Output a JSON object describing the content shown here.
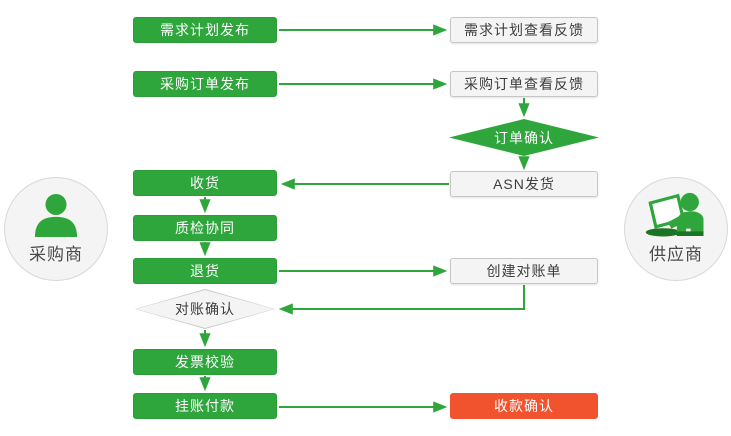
{
  "palette": {
    "green": "#2EA63C",
    "green_dark": "#1B7423",
    "green_dark_border": "#2A9C38",
    "red": "#F2532F",
    "gray_fill": "#f4f4f4",
    "gray_border": "#c6c6c6",
    "circle_border": "#d8d8d8",
    "text_dark": "#3d3d3d"
  },
  "actors": {
    "buyer": {
      "label": "采购商"
    },
    "supplier": {
      "label": "供应商"
    }
  },
  "nodes": {
    "demand_plan_publish": {
      "label": "需求计划发布",
      "style": "green-process"
    },
    "demand_plan_feedback": {
      "label": "需求计划查看反馈",
      "style": "gray-process"
    },
    "po_publish": {
      "label": "采购订单发布",
      "style": "green-process"
    },
    "po_feedback": {
      "label": "采购订单查看反馈",
      "style": "gray-process"
    },
    "order_confirm": {
      "label": "订单确认",
      "style": "green-decision"
    },
    "asn_ship": {
      "label": "ASN发货",
      "style": "gray-process"
    },
    "receive": {
      "label": "收货",
      "style": "green-process"
    },
    "quality_check": {
      "label": "质检协同",
      "style": "green-process"
    },
    "return_goods": {
      "label": "退货",
      "style": "green-process"
    },
    "create_statement": {
      "label": "创建对账单",
      "style": "gray-process"
    },
    "statement_confirm": {
      "label": "对账确认",
      "style": "gray-decision"
    },
    "invoice_verify": {
      "label": "发票校验",
      "style": "green-process"
    },
    "payment": {
      "label": "挂账付款",
      "style": "green-process"
    },
    "receipt_confirm": {
      "label": "收款确认",
      "style": "red-process"
    }
  },
  "edges": [
    {
      "from": "demand_plan_publish",
      "to": "demand_plan_feedback"
    },
    {
      "from": "po_publish",
      "to": "po_feedback"
    },
    {
      "from": "po_feedback",
      "to": "order_confirm"
    },
    {
      "from": "order_confirm",
      "to": "asn_ship"
    },
    {
      "from": "asn_ship",
      "to": "receive"
    },
    {
      "from": "receive",
      "to": "quality_check"
    },
    {
      "from": "quality_check",
      "to": "return_goods"
    },
    {
      "from": "return_goods",
      "to": "create_statement"
    },
    {
      "from": "create_statement",
      "to": "statement_confirm"
    },
    {
      "from": "statement_confirm",
      "to": "invoice_verify"
    },
    {
      "from": "invoice_verify",
      "to": "payment"
    },
    {
      "from": "payment",
      "to": "receipt_confirm"
    }
  ]
}
